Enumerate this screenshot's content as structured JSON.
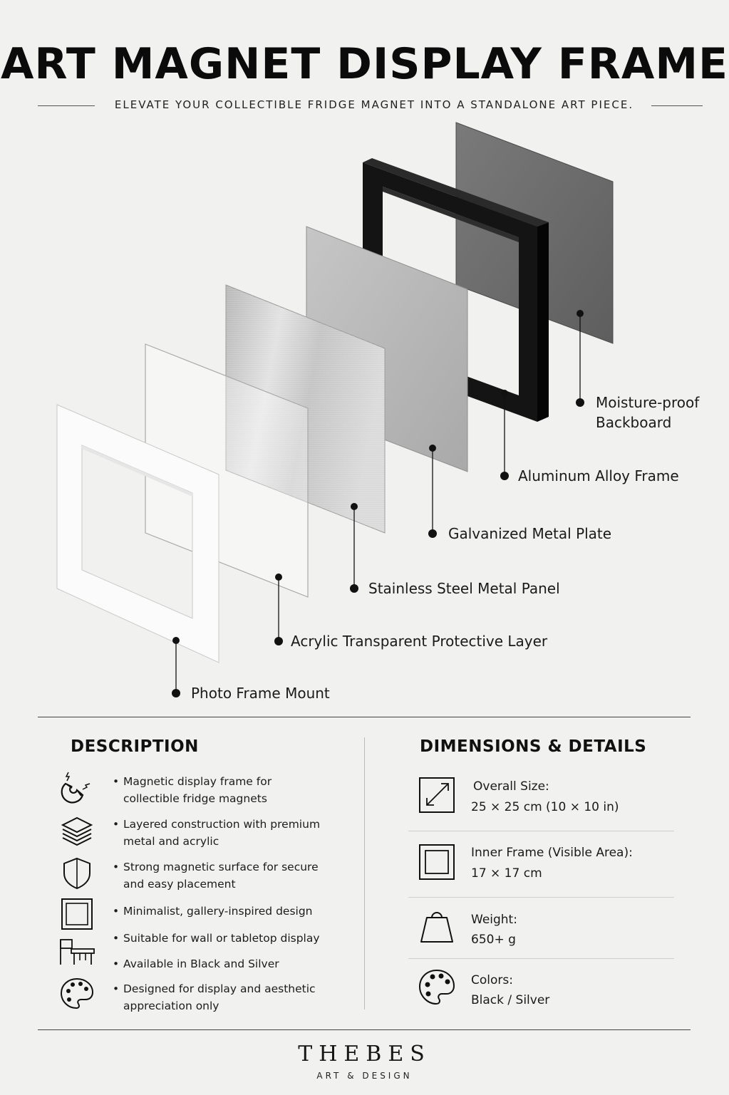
{
  "header": {
    "title": "ART MAGNET DISPLAY FRAME",
    "subtitle": "ELEVATE YOUR COLLECTIBLE FRIDGE MAGNET INTO A STANDALONE ART PIECE."
  },
  "layers": {
    "backboard_line1": "Moisture-proof",
    "backboard_line2": "Backboard",
    "frame": "Aluminum Alloy Frame",
    "galvanized": "Galvanized Metal Plate",
    "stainless": "Stainless Steel Metal Panel",
    "acrylic": "Acrylic Transparent Protective Layer",
    "mount": "Photo Frame Mount"
  },
  "description": {
    "heading": "DESCRIPTION",
    "items": [
      {
        "icon": "magnet-icon",
        "text": "Magnetic display frame for collectible fridge magnets"
      },
      {
        "icon": "layers-icon",
        "text": "Layered construction with premium metal and acrylic"
      },
      {
        "icon": "shield-icon",
        "text": "Strong magnetic surface for secure and easy placement"
      },
      {
        "icon": "square-frame-icon",
        "text": "Minimalist, gallery-inspired design"
      },
      {
        "icon": "tabletop-icon",
        "text": "Suitable for wall or tabletop display"
      },
      {
        "text": "Available in Black and Silver"
      },
      {
        "icon": "palette-icon",
        "text": "Designed for display and aesthetic appreciation only"
      }
    ]
  },
  "dimensions": {
    "heading": "DIMENSIONS & DETAILS",
    "items": [
      {
        "icon": "resize-arrows-icon",
        "label": "Overall Size:",
        "value": "25 × 25 cm (10 × 10 in)"
      },
      {
        "icon": "inner-frame-icon",
        "label": "Inner Frame (Visible Area):",
        "value": "17 × 17 cm"
      },
      {
        "icon": "weight-icon",
        "label": "Weight:",
        "value": "650+ g"
      },
      {
        "icon": "palette-icon",
        "label": "Colors:",
        "value": "Black / Silver"
      }
    ]
  },
  "brand": {
    "name": "THEBES",
    "tagline": "ART & DESIGN"
  },
  "colors": {
    "background": "#f1f1f0",
    "frame_black": "#121212",
    "backboard_gray": "#6e6e6e",
    "galvanized_gray": "#b9b9b9",
    "stainless_silver": "#cfcfcf"
  }
}
